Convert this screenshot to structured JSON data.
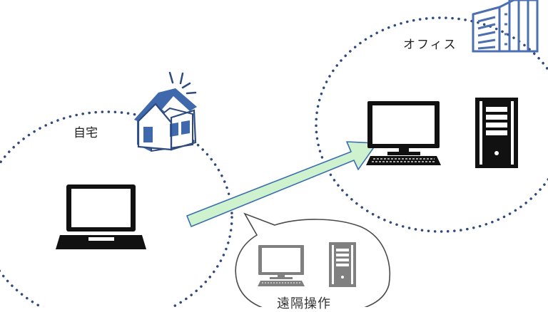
{
  "labels": {
    "home": "自宅",
    "office": "オフィス",
    "remote": "遠隔操作"
  },
  "icons": {
    "home": "house-icon",
    "office_building": "office-building-icon",
    "laptop": "laptop-icon",
    "office_monitor": "desktop-monitor-icon",
    "office_keyboard": "keyboard-icon",
    "office_server": "server-tower-icon",
    "bubble_monitor": "desktop-monitor-icon",
    "bubble_server": "server-tower-icon",
    "arrow": "arrow-icon"
  },
  "colors": {
    "dotted_circle": "#2f4a7e",
    "house_blue": "#3f68ad",
    "building_blue": "#4b6fb0",
    "arrow_fill": "#cdf2cd",
    "arrow_stroke": "#3b6fb0",
    "device_black": "#111111",
    "bubble_device_gray": "#808080"
  }
}
